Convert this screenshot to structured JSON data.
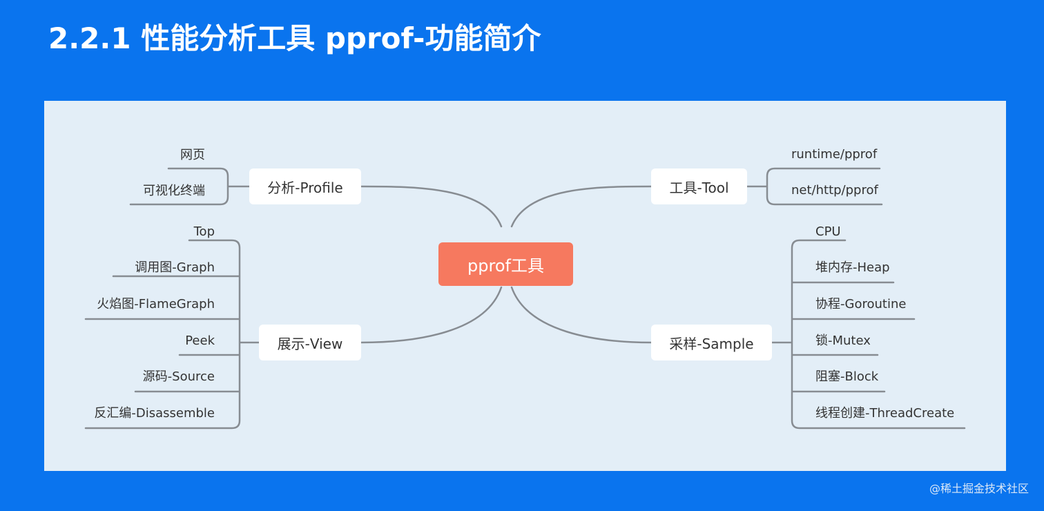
{
  "slide": {
    "title": "2.2.1 性能分析工具 pprof-功能简介"
  },
  "mindmap": {
    "root": "pprof工具",
    "branches": {
      "profile": {
        "label": "分析-Profile",
        "children": [
          "网页",
          "可视化终端"
        ]
      },
      "view": {
        "label": "展示-View",
        "children": [
          "Top",
          "调用图-Graph",
          "火焰图-FlameGraph",
          "Peek",
          "源码-Source",
          "反汇编-Disassemble"
        ]
      },
      "tool": {
        "label": "工具-Tool",
        "children": [
          "runtime/pprof",
          "net/http/pprof"
        ]
      },
      "sample": {
        "label": "采样-Sample",
        "children": [
          "CPU",
          "堆内存-Heap",
          "协程-Goroutine",
          "锁-Mutex",
          "阻塞-Block",
          "线程创建-ThreadCreate"
        ]
      }
    }
  },
  "footer": {
    "credit": "@稀土掘金技术社区"
  },
  "colors": {
    "background": "#0a74ee",
    "panel": "#e3eef7",
    "root": "#f6795f",
    "connector": "#878c92"
  }
}
